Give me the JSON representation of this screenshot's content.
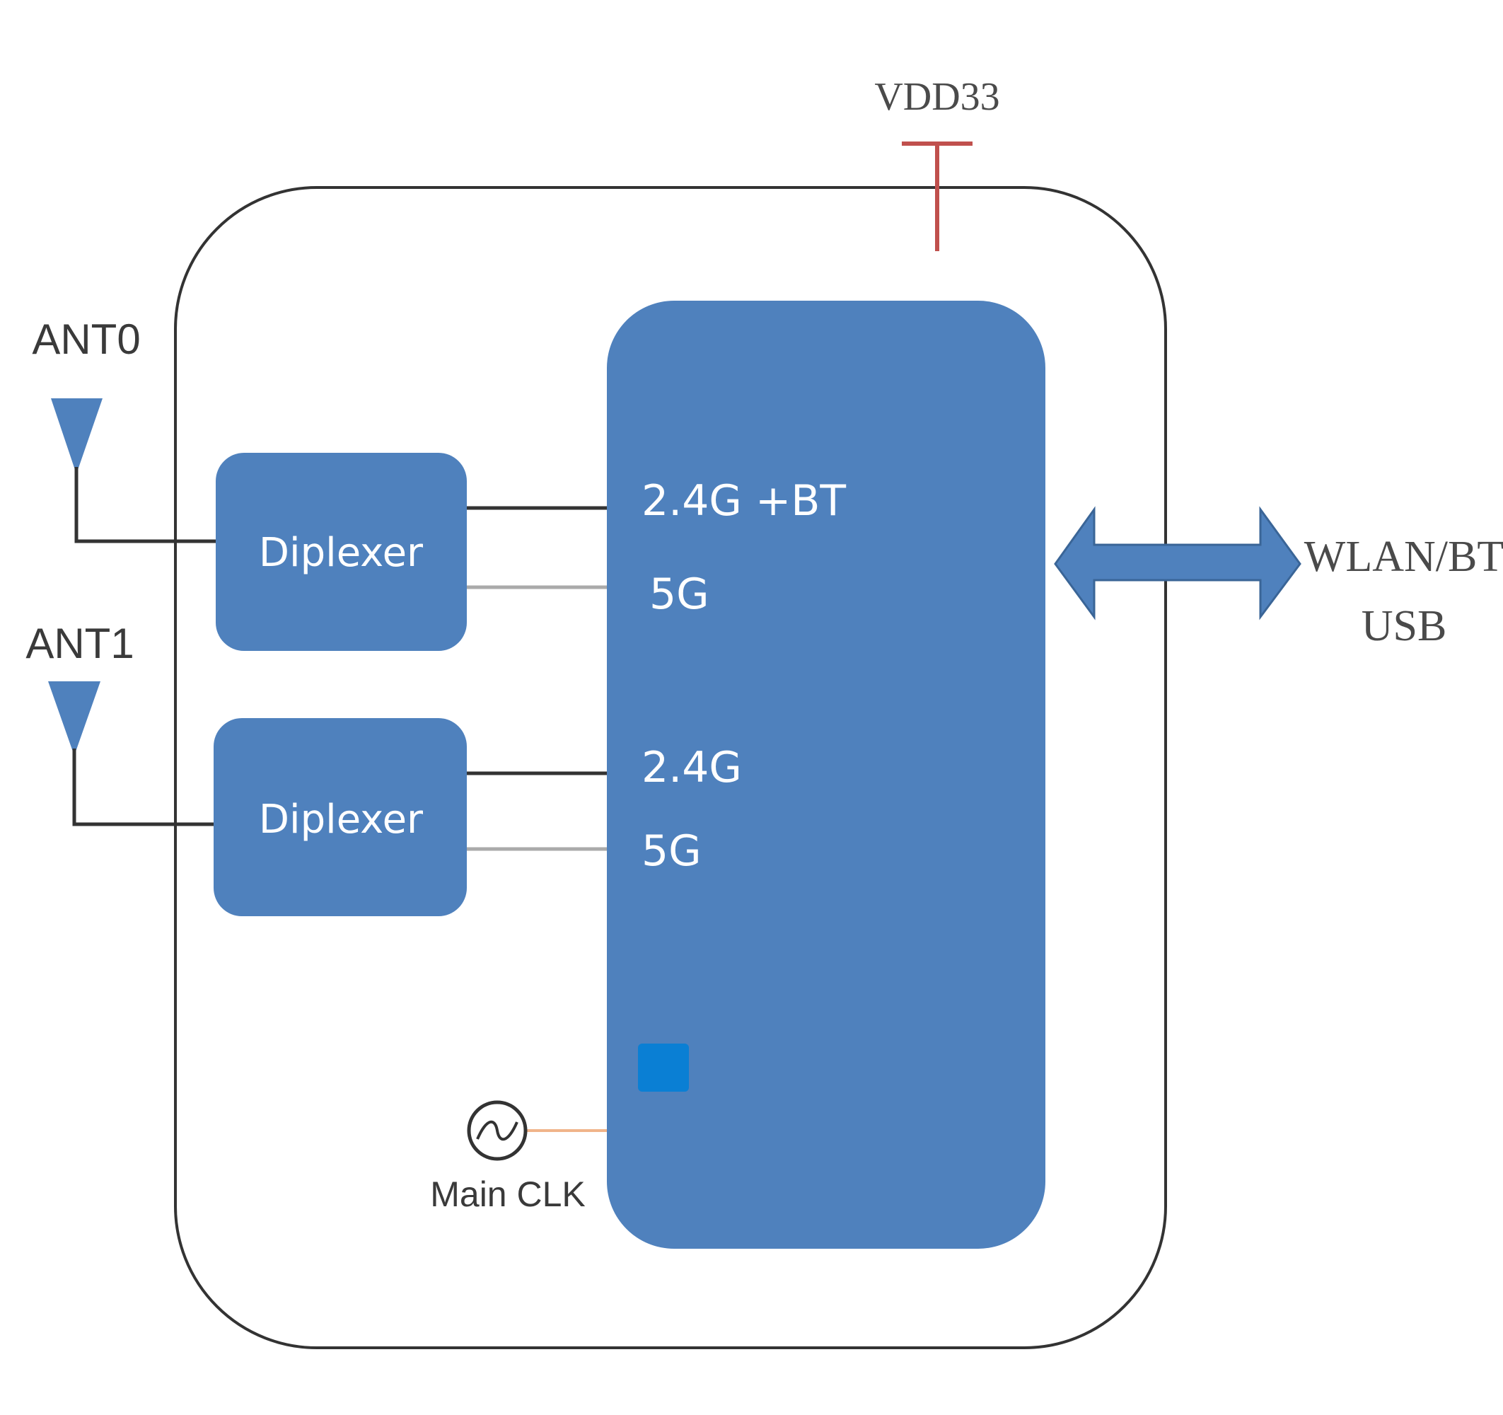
{
  "labels": {
    "vdd": "VDD33",
    "ant0": "ANT0",
    "ant1": "ANT1",
    "diplexer_top": "Diplexer",
    "diplexer_bottom": "Diplexer",
    "port_24g_bt": "2.4G +BT",
    "port_5g_a": "5G",
    "port_24g": "2.4G",
    "port_5g_b": "5G",
    "interface_line1": "WLAN/BT",
    "interface_line2": "USB",
    "clock": "Main CLK"
  },
  "colors": {
    "block_fill": "#4f81bd",
    "power_line": "#c0504d",
    "clock_line": "#f0b48a",
    "small_square": "#0a7fd4",
    "outline": "#333333"
  },
  "icons": {
    "antenna": "antenna-icon",
    "clock": "oscillator-icon",
    "interface_arrow": "double-arrow-icon"
  }
}
